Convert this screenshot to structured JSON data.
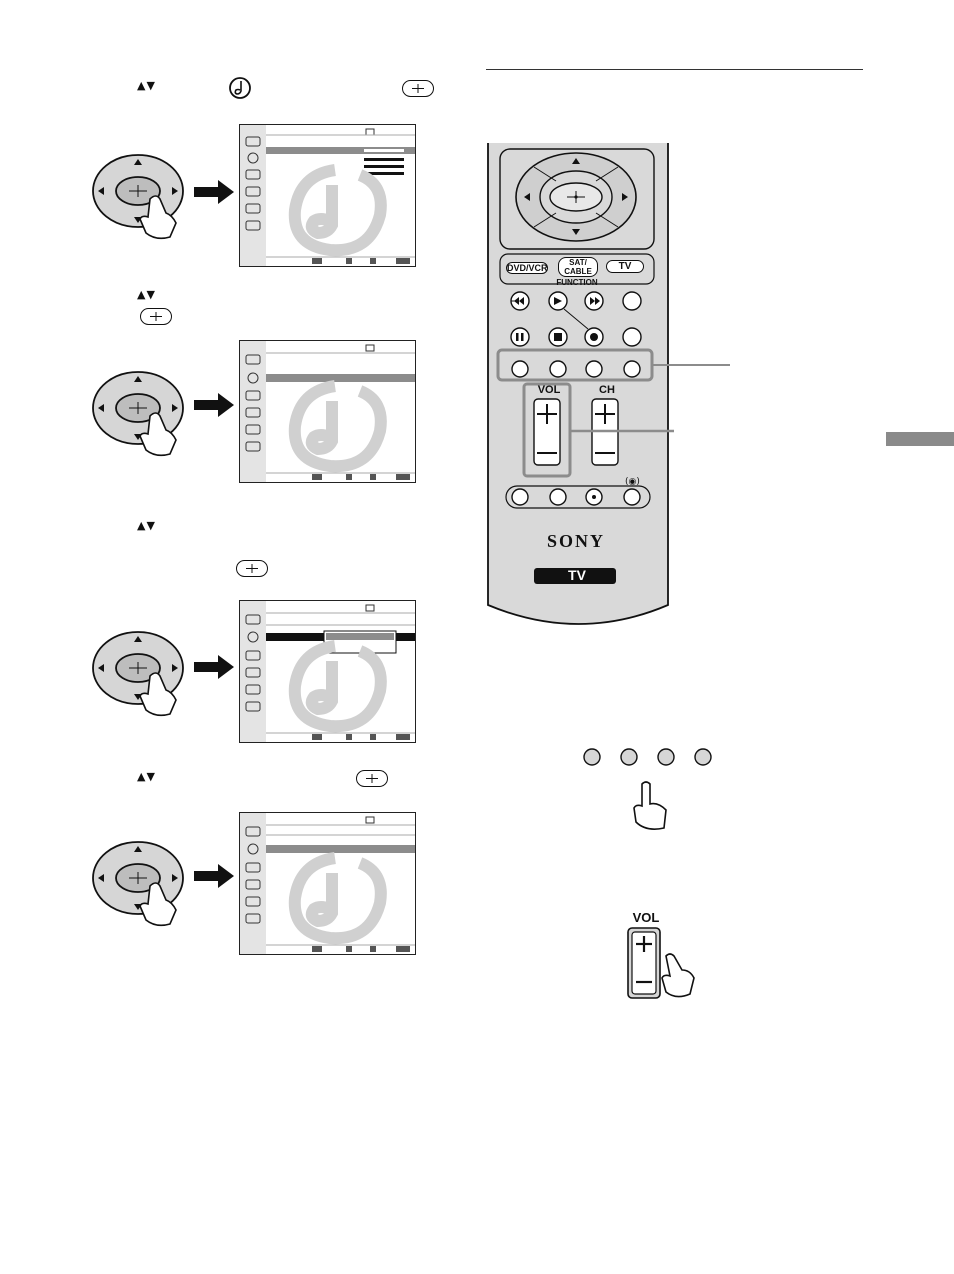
{
  "steps": {
    "step1": {
      "arrows": "▲▼"
    },
    "step2": {
      "arrows": "▲▼"
    },
    "step3": {
      "arrows": "▲▼"
    },
    "step4": {
      "arrows": "▲▼"
    }
  },
  "remote": {
    "dvdvcr_label": "DVD/VCR",
    "satcable_label": "SAT/\nCABLE",
    "tv_label": "TV",
    "function_label": "FUNCTION",
    "vol_label": "VOL",
    "ch_label": "CH",
    "brand": "SONY",
    "model_badge": "TV"
  },
  "vol_detail": {
    "label": "VOL"
  },
  "colors": {
    "accent_gray": "#8a8a8a",
    "remote_body": "#d9d9d9",
    "highlight": "#8c8c8c"
  }
}
